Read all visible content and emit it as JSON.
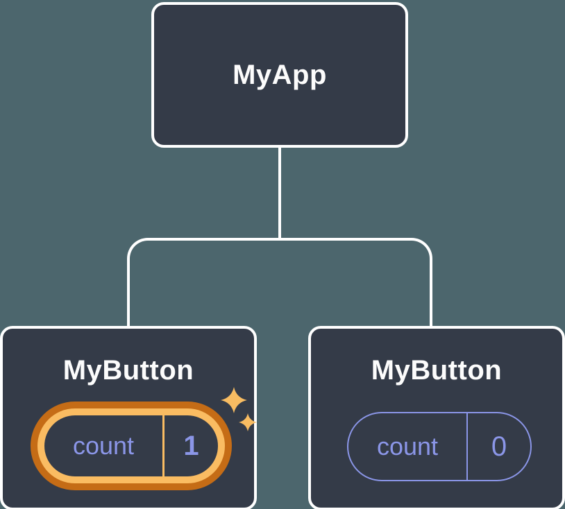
{
  "colors": {
    "background": "#4C666D",
    "node_fill": "#343B48",
    "node_border": "#FFFFFF",
    "connector": "#FFFFFF",
    "state_purple": "#8B96E8",
    "highlight_outer_orange": "#C56C16",
    "highlight_inner_gold": "#FABC62",
    "sparkle_gold": "#F8BC62",
    "title_text": "#FCFCFC"
  },
  "tree": {
    "root": {
      "label": "MyApp"
    },
    "children": [
      {
        "label": "MyButton",
        "state": {
          "key": "count",
          "value": "1"
        },
        "highlighted": true,
        "badge_icon": "sparkles-icon"
      },
      {
        "label": "MyButton",
        "state": {
          "key": "count",
          "value": "0"
        },
        "highlighted": false
      }
    ]
  }
}
